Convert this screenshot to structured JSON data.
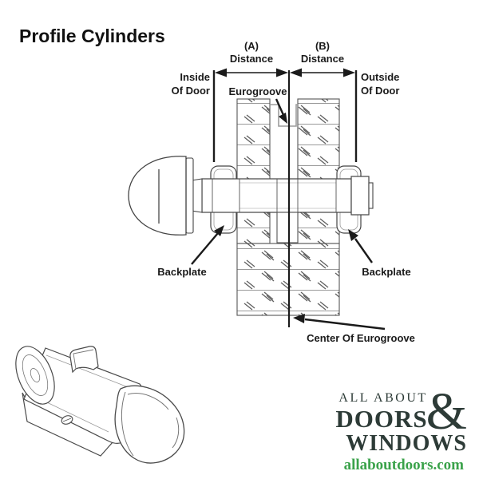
{
  "title": "Profile Cylinders",
  "diagram": {
    "dim_a": {
      "tag": "(A)",
      "label": "Distance"
    },
    "dim_b": {
      "tag": "(B)",
      "label": "Distance"
    },
    "inside": {
      "line1": "Inside",
      "line2": "Of Door"
    },
    "outside": {
      "line1": "Outside",
      "line2": "Of Door"
    },
    "eurogroove_label": "Eurogroove",
    "backplate_left_label": "Backplate",
    "backplate_right_label": "Backplate",
    "center_label": "Center Of Eurogroove"
  },
  "logo": {
    "top": "ALL ABOUT",
    "amp": "&",
    "mid": "DOORS",
    "bottom": "WINDOWS",
    "site": "allaboutdoors.com"
  },
  "colors": {
    "ink": "#1a1a1a",
    "line": "#3c3c3c",
    "hatch": "#8a8a8a",
    "logo_dark": "#2d3b37",
    "logo_green": "#3aa24a",
    "background": "#ffffff"
  }
}
